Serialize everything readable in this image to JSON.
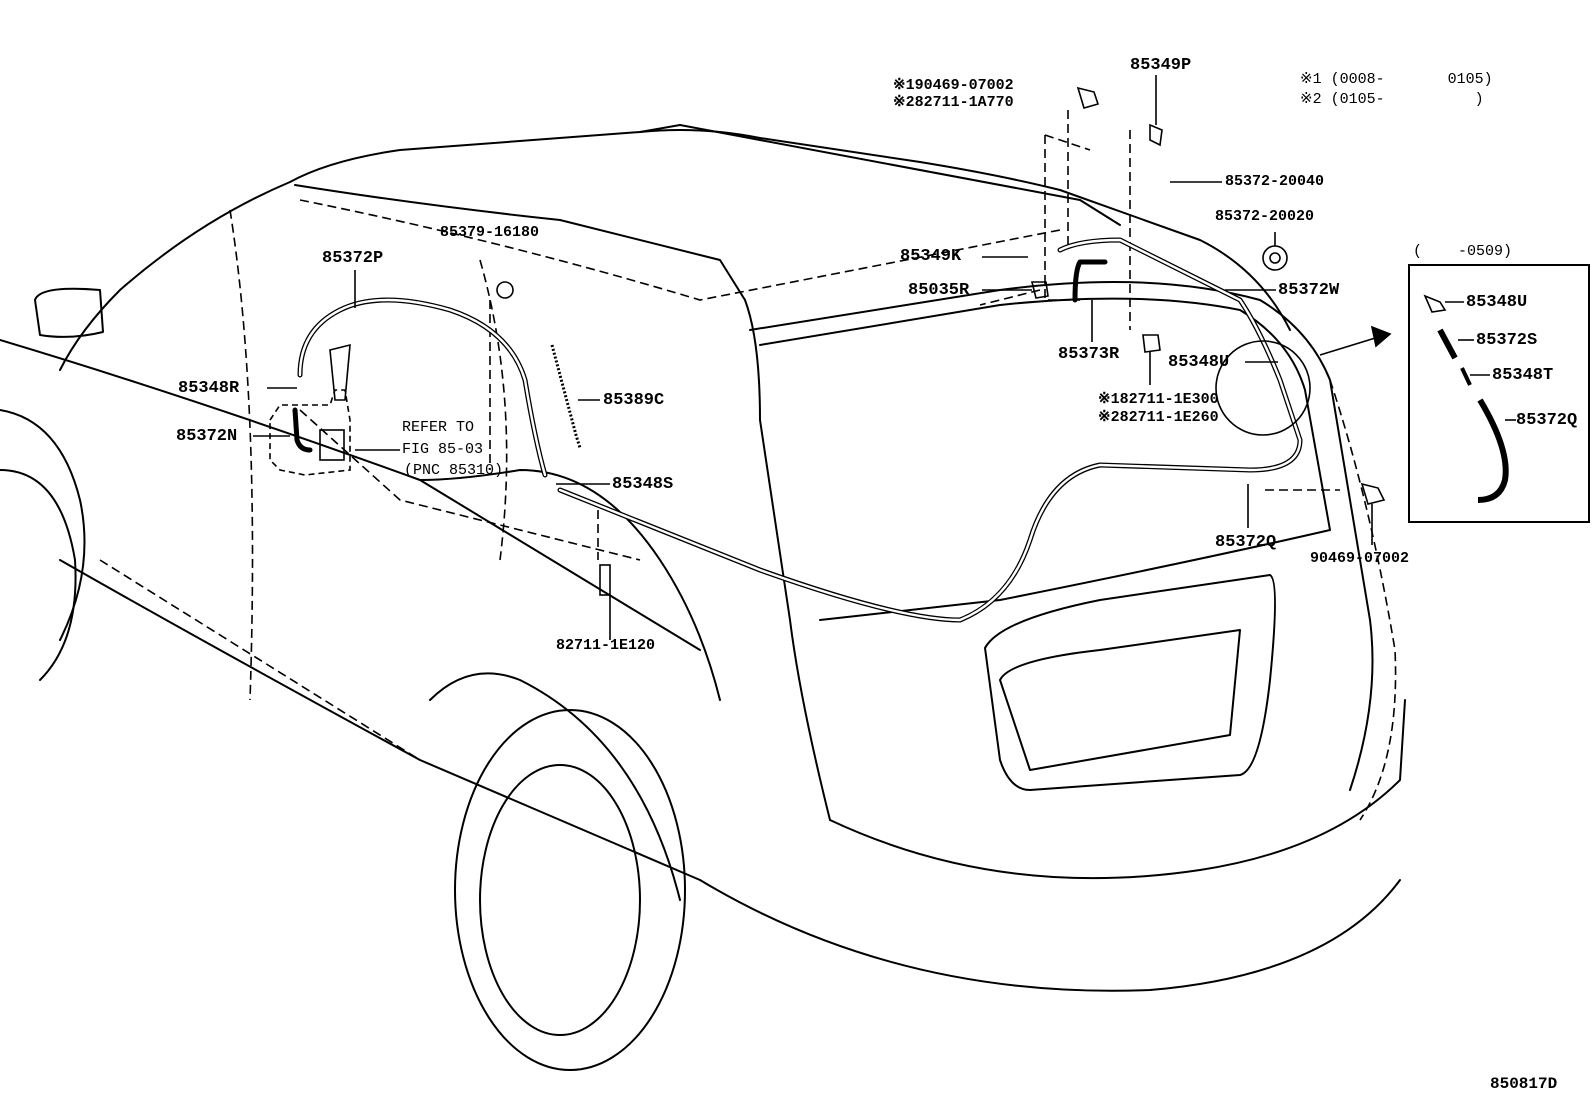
{
  "diagram": {
    "figure_id": "850817D",
    "date_notes": {
      "n1": "※1 (0008-       0105)",
      "n2": "※2 (0105-          )"
    },
    "inset_note": "(    -0509)",
    "refer": {
      "line1": "REFER TO",
      "line2": "FIG 85-03",
      "line3": "(PNC 85310)"
    },
    "labels": {
      "p_90469_07002_top": "※190469-07002",
      "p_82711_1a770": "※282711-1A770",
      "p_85349p": "85349P",
      "p_85372_20040": "85372-20040",
      "p_85372_20020": "85372-20020",
      "p_85379_16180": "85379-16180",
      "p_85372p": "85372P",
      "p_85349k": "85349K",
      "p_85035r": "85035R",
      "p_85372w": "85372W",
      "p_85373r": "85373R",
      "p_85348u": "85348U",
      "p_82711_1e300": "※182711-1E300",
      "p_82711_1e260": "※282711-1E260",
      "p_85348r": "85348R",
      "p_85389c": "85389C",
      "p_85372n": "85372N",
      "p_85348s": "85348S",
      "p_85372q": "85372Q",
      "p_90469_07002_bottom": "90469-07002",
      "p_82711_1e120": "82711-1E120",
      "inset_85348u": "85348U",
      "inset_85372s": "85372S",
      "inset_85348t": "85348T",
      "inset_85372q": "85372Q"
    }
  }
}
